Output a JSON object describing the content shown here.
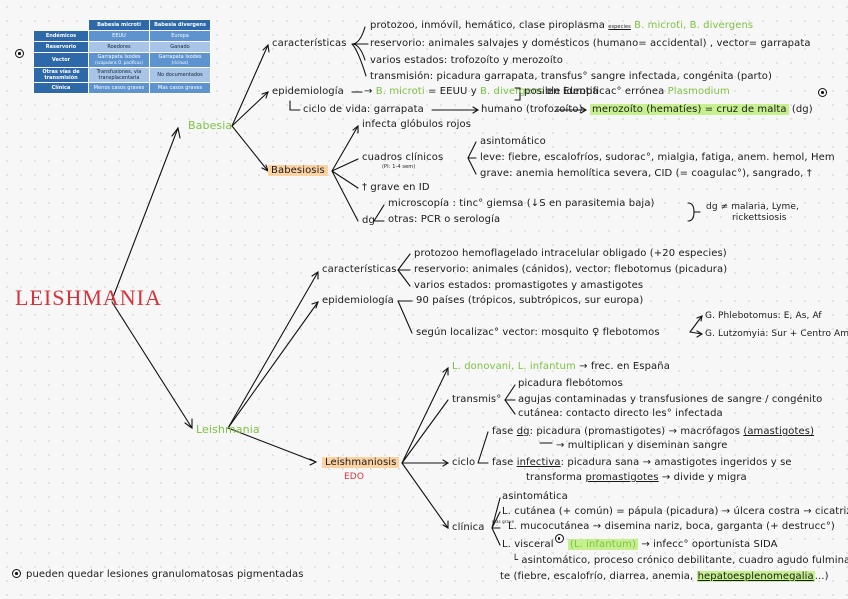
{
  "title": "LEISHMANIA",
  "table": {
    "headers": [
      "",
      "Babesia microti",
      "Babesia divergens"
    ],
    "rows": [
      {
        "label": "Endémicos",
        "a": "EEUU",
        "b": "Europa"
      },
      {
        "label": "Reservorio",
        "a": "Roedores",
        "b": "Ganado"
      },
      {
        "label": "Vector",
        "a": "Garrapata Ixodes",
        "a2": "(scapularis O. pacificus)",
        "b": "Garrapata Ixodes",
        "b2": "(ricinus)"
      },
      {
        "label": "Otras vías de transmisión",
        "a": "Transfusiones, vía transplacentaria",
        "b": "No documentados"
      },
      {
        "label": "Clínica",
        "a": "Menos casos graves",
        "b": "Mas casos graves"
      }
    ]
  },
  "babesia": {
    "label": "Babesia",
    "caracteristicas": {
      "label": "características",
      "l1": "protozoo, inmóvil, hemático, clase piroplasma",
      "l1_small": "especies",
      "l1_sp1": "B. microti",
      "l1_sep": ",",
      "l1_sp2": "B. divergens",
      "l2": "reservorio: animales salvajes y domésticos (humano= accidental) , vector= garrapata",
      "l3": "varios estados: trofozoíto y merozoíto",
      "l4": "transmisión: picadura garrapata, transfus° sangre infectada, congénita (parto)"
    },
    "epidemiologia": {
      "label": "epidemiología",
      "sp1": "B. microti",
      "mid": "= EEUU y",
      "sp2": "B. divergens",
      "end": "en Europa",
      "extra1": "posible identificac° errónea",
      "extra2": "Plasmodium",
      "ciclo_a": "ciclo de vida: garrapata",
      "ciclo_b": "humano (trofozoíto)",
      "ciclo_c": "merozoíto (hematíes) = cruz de malta",
      "ciclo_d": "(dg)"
    },
    "babesiosis": {
      "label": "Babesiosis",
      "infecta": "infecta glóbulos rojos",
      "cuadros": "cuadros clínicos",
      "cuadros_sub": "(PI: 1-4 sem)",
      "c1": "asintomático",
      "c2": "leve: fiebre, escalofríos, sudorac°, mialgia, fatiga, anem. hemol, Hem",
      "c3": "grave: anemia hemolítica severa, CID (= coagulac°), sangrado, †",
      "grave": "† grave en ID",
      "dg": "dg",
      "dg1": "microscopía : tinc° giemsa (↓S en parasitemia baja)",
      "dg2": "otras: PCR o serología",
      "dd1": "dg ≠ malaria, Lyme,",
      "dd2": "rickettsiosis"
    }
  },
  "leishmania": {
    "label": "Leishmania",
    "caracteristicas": {
      "label": "características",
      "l1": "protozoo hemoflagelado intracelular obligado (+20 especies)",
      "l2": "reservorio: animales (cánidos), vector: flebotomus (picadura)",
      "l3": "varios estados: promastigotes y amastigotes"
    },
    "epidemiologia": {
      "label": "epidemiología",
      "l1": "90 países (trópicos, subtrópicos, sur europa)",
      "l2": "según localizac° vector: mosquito ♀ flebotomos",
      "v1": "G. Phlebotomus: E, As, Af",
      "v2": "G. Lutzomyia: Sur + Centro Am."
    },
    "leishmaniosis": {
      "label": "Leishmaniosis",
      "edo": "EDO",
      "especies_a": "L. donovani",
      "especies_sep": ",",
      "especies_b": "L. infantum",
      "especies_c": "→ frec. en España",
      "transmis": "transmis°",
      "t1": "picadura flebótomos",
      "t2": "agujas contaminadas y transfusiones de sangre / congénito",
      "t3": "cutánea: contacto directo les° infectada",
      "ciclo": "ciclo",
      "f1_a": "fase",
      "f1_b": "dg",
      "f1_c": ": picadura (promastigotes) → macrófagos",
      "f1_d": "(amastigotes)",
      "f1_e": "→ multiplican y diseminan sangre",
      "f2_a": "fase",
      "f2_b": "infectiva",
      "f2_c": ": picadura sana → amastigotes ingeridos y se",
      "f2_d": "transforma",
      "f2_e": "promastigotes",
      "f2_f": "→ divide y migra",
      "clinica": "clínica",
      "k1": "asintomática",
      "k2": "L. cutánea (+ común) = pápula (picadura) → úlcera costra → cicatriz",
      "k3": "L. mucocutánea → disemina nariz, boca, garganta (+ destrucc°)",
      "k3_small": "más grave",
      "k4_a": "L. visceral",
      "k4_b": "(L. infantum)",
      "k4_c": "→ infecc° oportunista SIDA",
      "k5": "└ asintomático, proceso crónico debilitante, cuadro agudo fulminan-",
      "k6_a": "te (fiebre, escalofrío, diarrea, anemia,",
      "k6_b": "hepatoesplenomegalia",
      "k6_c": "...)"
    }
  },
  "footnote": "pueden quedar lesiones granulomatosas pigmentadas",
  "colors": {
    "green": "#7cc242",
    "red": "#d7323a",
    "orange": "#fbd3a3",
    "blue": "#2d68a8"
  }
}
